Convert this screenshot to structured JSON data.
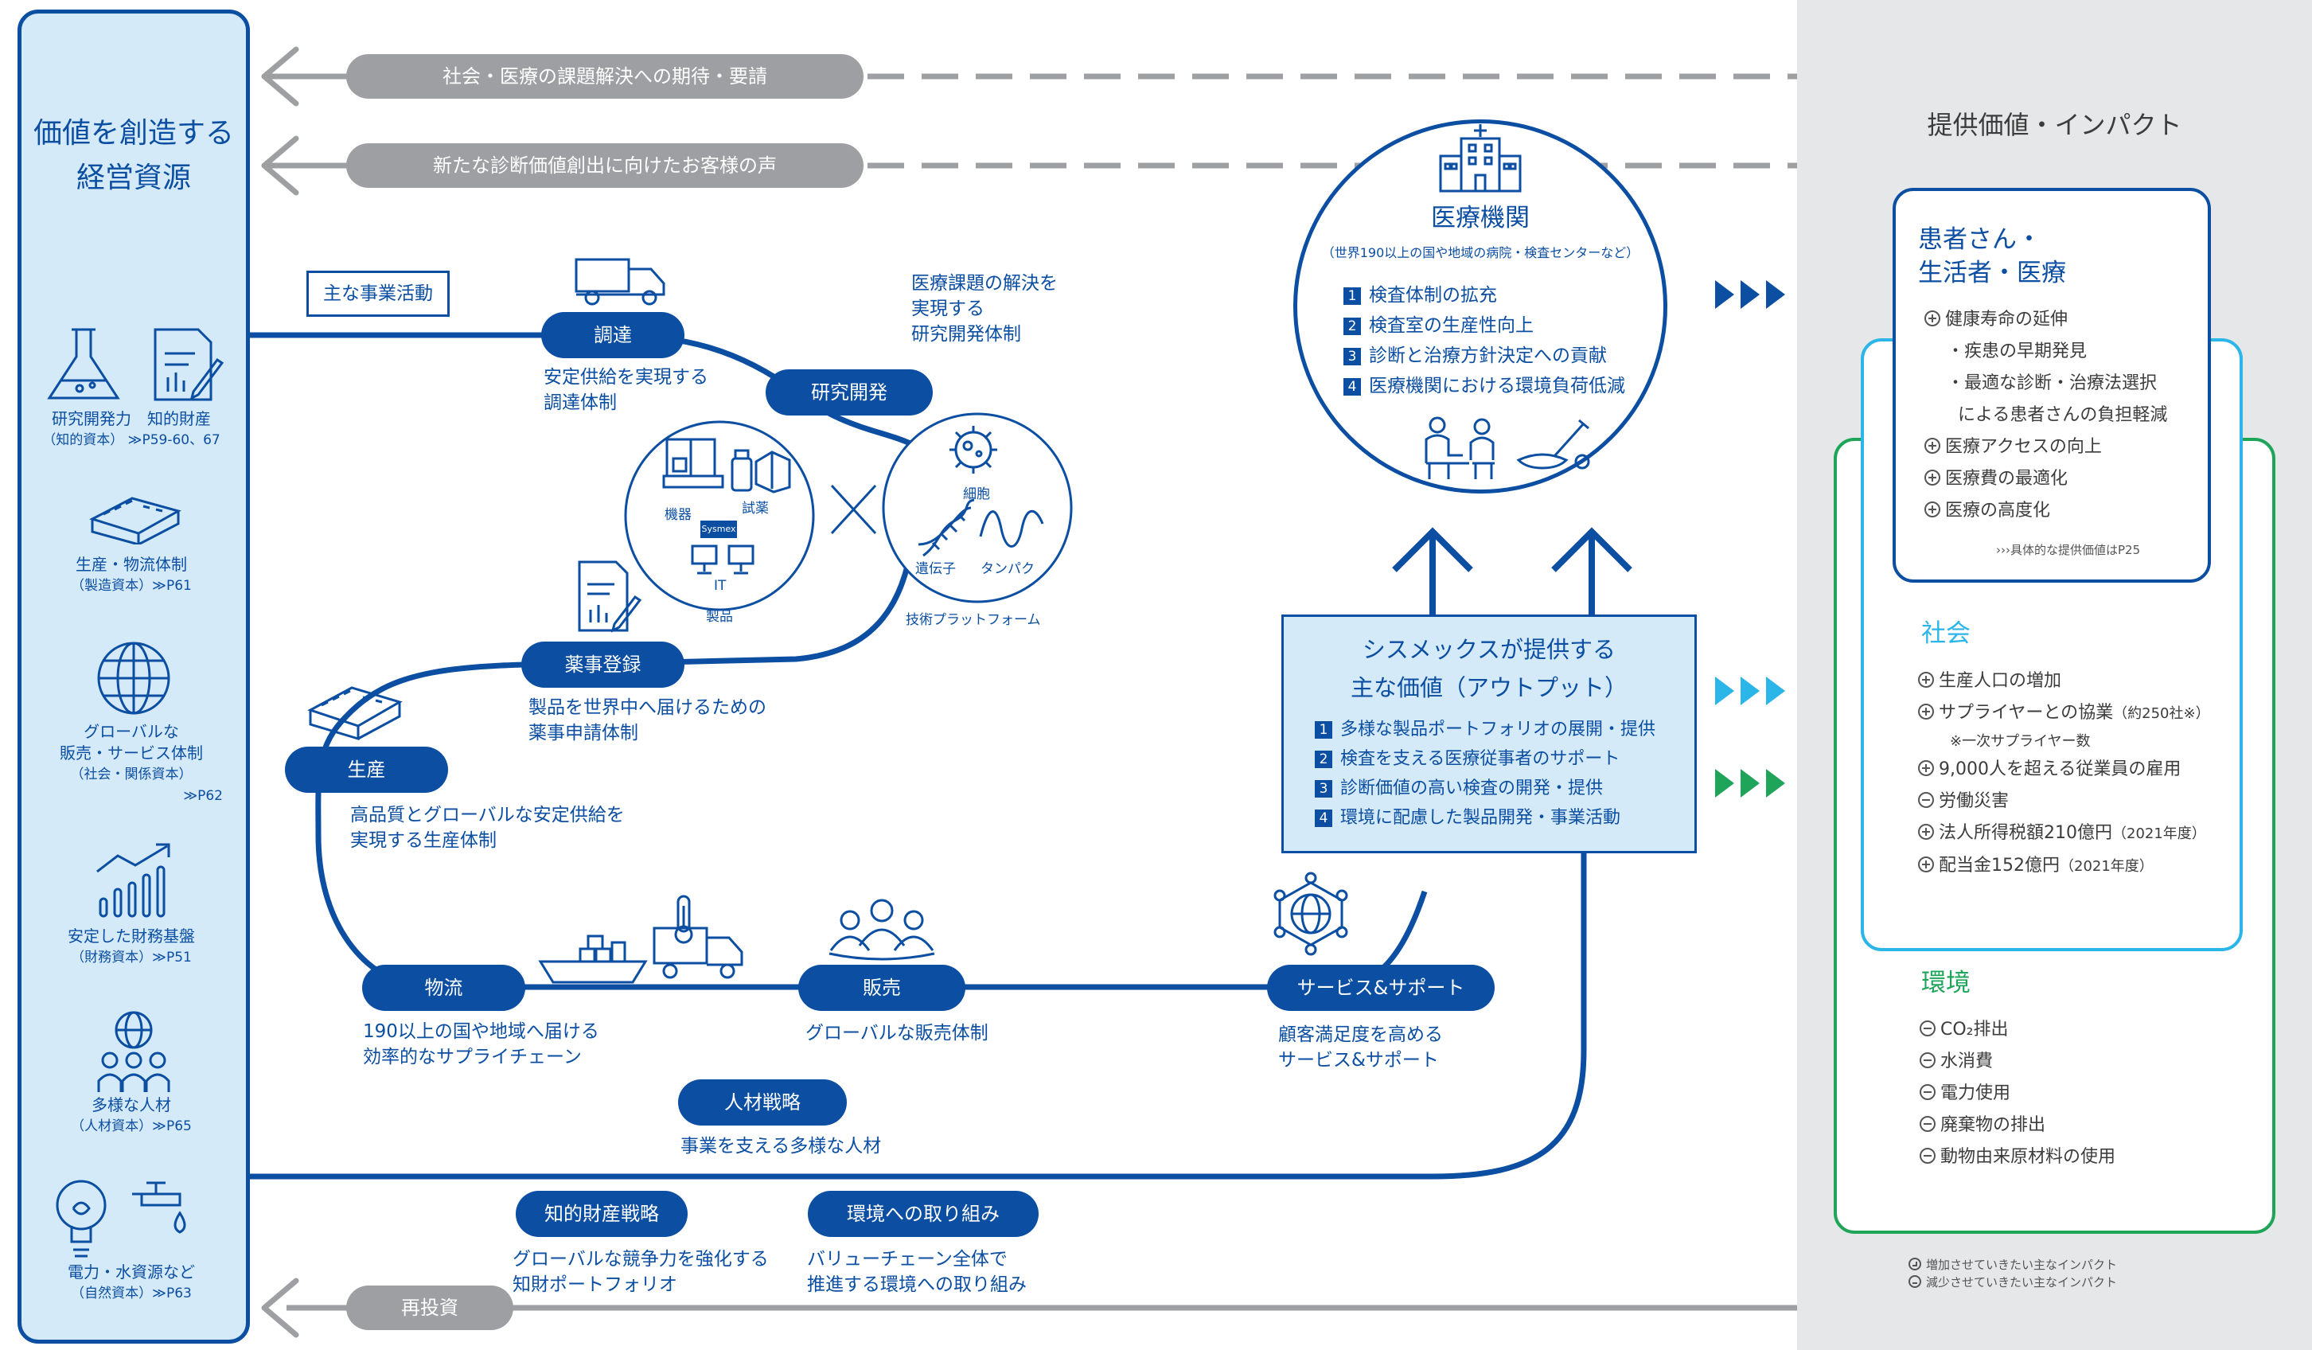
{
  "colors": {
    "primary": "#0b4ea2",
    "light_blue": "#d4eaf8",
    "cyan": "#2bb5e8",
    "green": "#1fa55a",
    "grey": "#9d9fa2",
    "panel": "#e6e7e8"
  },
  "left_panel": {
    "title_line1": "価値を創造する",
    "title_line2": "経営資源",
    "resources": [
      {
        "icon": "flask-icon",
        "label1": "研究開発力",
        "sub1": "（知的資本）"
      },
      {
        "icon": "document-chart-icon",
        "label1": "知的財産",
        "sub1": "≫P59-60、67"
      },
      {
        "icon": "factory-icon",
        "label1": "生産・物流体制",
        "sub1": "（製造資本）",
        "ref": "≫P61"
      },
      {
        "icon": "globe-icon",
        "label1": "グローバルな",
        "label2": "販売・サービス体制",
        "sub1": "（社会・関係資本）",
        "ref": "≫P62"
      },
      {
        "icon": "growth-chart-icon",
        "label1": "安定した財務基盤",
        "sub1": "（財務資本）",
        "ref": "≫P51"
      },
      {
        "icon": "people-globe-icon",
        "label1": "多様な人材",
        "sub1": "（人材資本）",
        "ref": "≫P65"
      },
      {
        "icon": "bulb-faucet-icon",
        "label1": "電力・水資源など",
        "sub1": "（自然資本）",
        "ref": "≫P63"
      }
    ]
  },
  "feedback": {
    "top1": "社会・医療の課題解決への期待・要請",
    "top2": "新たな診断価値創出に向けたお客様の声",
    "reinvest": "再投資"
  },
  "activities": {
    "label": "主な事業活動",
    "procurement": {
      "pill": "調達",
      "caption1": "安定供給を実現する",
      "caption2": "調達体制"
    },
    "rnd": {
      "pill": "研究開発",
      "caption1": "医療課題の解決を",
      "caption2": "実現する",
      "caption3": "研究開発体制"
    },
    "products_circle": {
      "device": "機器",
      "reagent": "試薬",
      "it": "IT",
      "title": "製品",
      "brand": "Sysmex"
    },
    "tech_circle": {
      "cell": "細胞",
      "gene": "遺伝子",
      "protein": "タンパク",
      "title": "技術プラットフォーム"
    },
    "regulatory": {
      "pill": "薬事登録",
      "caption1": "製品を世界中へ届けるための",
      "caption2": "薬事申請体制"
    },
    "production": {
      "pill": "生産",
      "caption1": "高品質とグローバルな安定供給を",
      "caption2": "実現する生産体制"
    },
    "logistics": {
      "pill": "物流",
      "caption1": "190以上の国や地域へ届ける",
      "caption2": "効率的なサプライチェーン"
    },
    "sales": {
      "pill": "販売",
      "caption1": "グローバルな販売体制"
    },
    "service": {
      "pill": "サービス&サポート",
      "caption1": "顧客満足度を高める",
      "caption2": "サービス&サポート"
    },
    "hr": {
      "pill": "人材戦略",
      "caption1": "事業を支える多様な人材"
    },
    "ip": {
      "pill": "知的財産戦略",
      "caption1": "グローバルな競争力を強化する",
      "caption2": "知財ポートフォリオ"
    },
    "env": {
      "pill": "環境への取り組み",
      "caption1": "バリューチェーン全体で",
      "caption2": "推進する環境への取り組み"
    }
  },
  "hospital": {
    "title": "医療機関",
    "subtitle": "（世界190以上の国や地域の病院・検査センターなど）",
    "items": [
      "検査体制の拡充",
      "検査室の生産性向上",
      "診断と治療方針決定への貢献",
      "医療機関における環境負荷低減"
    ]
  },
  "output": {
    "title1": "シスメックスが提供する",
    "title2": "主な価値（アウトプット）",
    "items": [
      "多様な製品ポートフォリオの展開・提供",
      "検査を支える医療従事者のサポート",
      "診断価値の高い検査の開発・提供",
      "環境に配慮した製品開発・事業活動"
    ]
  },
  "impact": {
    "title": "提供価値・インパクト",
    "patients": {
      "title1": "患者さん・",
      "title2": "生活者・医療",
      "items": [
        "健康寿命の延伸",
        "・疾患の早期発見",
        "・最適な診断・治療法選択",
        "による患者さんの負担軽減",
        "医療アクセスの向上",
        "医療費の最適化",
        "医療の高度化"
      ],
      "ref": "›››具体的な提供価値はP25"
    },
    "society": {
      "title": "社会",
      "items": [
        "生産人口の増加",
        "サプライヤーとの協業",
        "（約250社※）",
        "※一次サプライヤー数",
        "9,000人を超える従業員の雇用",
        "労働災害",
        "法人所得税額210億円",
        "（2021年度）",
        "配当金152億円",
        "（2021年度）"
      ]
    },
    "environment": {
      "title": "環境",
      "items": [
        "CO₂排出",
        "水消費",
        "電力使用",
        "廃棄物の排出",
        "動物由来原材料の使用"
      ]
    },
    "legend": {
      "plus": "増加させていきたい主なインパクト",
      "minus": "減少させていきたい主なインパクト"
    }
  }
}
